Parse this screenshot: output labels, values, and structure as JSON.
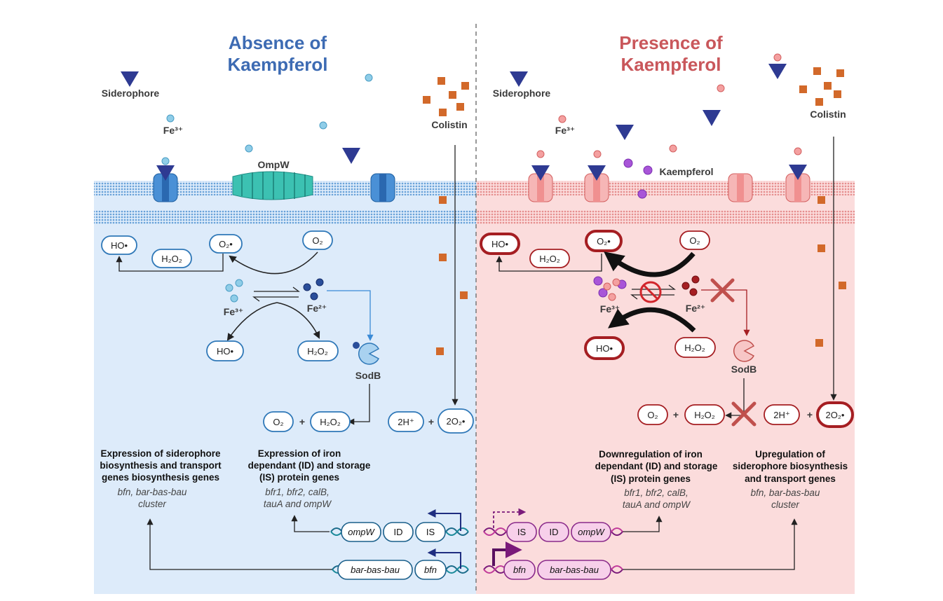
{
  "left": {
    "title": [
      "Absence of",
      "Kaempferol"
    ],
    "siderophore": "Siderophore",
    "fe3_outer": "Fe³⁺",
    "ompw": "OmpW",
    "colistin": "Colistin",
    "ho": "HO•",
    "h2o2": "H₂O₂",
    "o2_rad": "O₂•",
    "o2": "O₂",
    "fe3": "Fe³⁺",
    "fe2": "Fe²⁺",
    "ho_2": "HO•",
    "h2o2_2": "H₂O₂",
    "sodb": "SodB",
    "eq_o2": "O₂",
    "eq_plus1": "+",
    "eq_h2o2": "H₂O₂",
    "eq_2h": "2H⁺",
    "eq_plus2": "+",
    "eq_2o2": "2O₂•",
    "expr_sid": [
      "Expression of siderophore",
      "biosynthesis and transport",
      "genes biosynthesis genes"
    ],
    "expr_sid_genes": [
      "bfn, bar-bas-bau",
      "cluster"
    ],
    "expr_iron": [
      "Expression of iron",
      "dependant (ID) and storage",
      "(IS) protein genes"
    ],
    "expr_iron_genes": [
      "bfr1, bfr2, calB,",
      "tauA and ompW"
    ],
    "gene_ompw": "ompW",
    "gene_id": "ID",
    "gene_is": "IS",
    "gene_bbb": "bar-bas-bau",
    "gene_bfn": "bfn"
  },
  "right": {
    "title": [
      "Presence of",
      "Kaempferol"
    ],
    "siderophore": "Siderophore",
    "fe3_outer": "Fe³⁺",
    "kaempferol": "Kaempferol",
    "colistin": "Colistin",
    "ho": "HO•",
    "h2o2": "H₂O₂",
    "o2_rad": "O₂•",
    "o2": "O₂",
    "fe3": "Fe³⁺",
    "fe2": "Fe²⁺",
    "ho_2": "HO•",
    "h2o2_2": "H₂O₂",
    "sodb": "SodB",
    "eq_o2": "O₂",
    "eq_plus1": "+",
    "eq_h2o2": "H₂O₂",
    "eq_2h": "2H⁺",
    "eq_plus2": "+",
    "eq_2o2": "2O₂•",
    "down": [
      "Downregulation of iron",
      "dependant (ID) and storage",
      "(IS) protein genes"
    ],
    "down_genes": [
      "bfr1, bfr2, calB,",
      "tauA and ompW"
    ],
    "up": [
      "Upregulation of",
      "siderophore biosynthesis",
      "and transport genes"
    ],
    "up_genes": [
      "bfn, bar-bas-bau",
      "cluster"
    ],
    "gene_is": "IS",
    "gene_id": "ID",
    "gene_ompw": "ompW",
    "gene_bfn": "bfn",
    "gene_bbb": "bar-bas-bau"
  },
  "colors": {
    "left_bg": "#ddebfa",
    "right_bg": "#fbdcdc",
    "blue_stroke": "#2f78b8",
    "red_stroke": "#a51e22",
    "siderophore": "#2e3a92",
    "colistin": "#d2692a",
    "kaempferol": "#a855d8"
  }
}
